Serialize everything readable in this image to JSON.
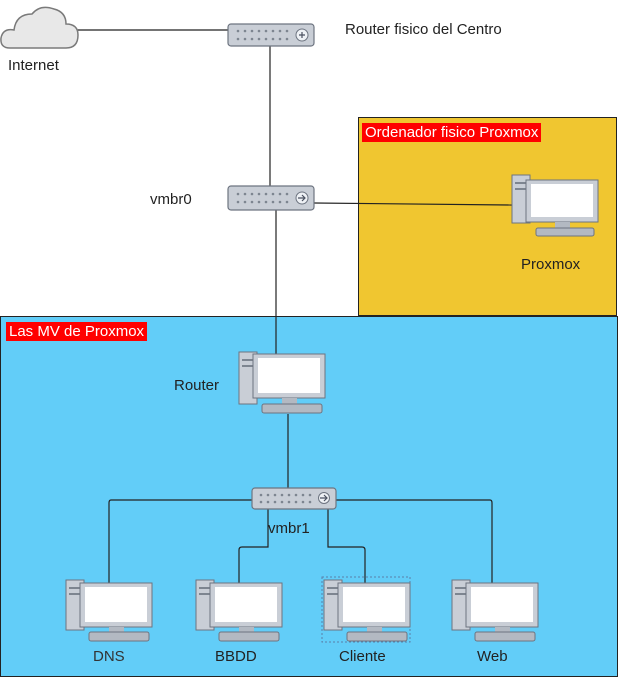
{
  "labels": {
    "internet": "Internet",
    "router_fisico": "Router fisico del Centro",
    "vmbr0": "vmbr0",
    "proxmox": "Proxmox",
    "router": "Router",
    "vmbr1": "vmbr1",
    "dns": "DNS",
    "bbdd": "BBDD",
    "cliente": "Cliente",
    "web": "Web"
  },
  "zones": {
    "ordenador_fisico": "Ordenador fisico Proxmox",
    "las_mv": "Las MV de Proxmox"
  },
  "colors": {
    "proxmox_zone": "#f0c630",
    "vm_zone": "#62cdf8",
    "zone_tag": "#ff0000",
    "link": "#222222",
    "device": "#c9ced6"
  },
  "icons": {
    "internet": "cloud-icon",
    "router_fisico": "switch-icon",
    "vmbr0": "switch-icon",
    "vmbr1": "switch-icon",
    "proxmox": "workstation-icon",
    "router": "workstation-icon",
    "dns": "workstation-icon",
    "bbdd": "workstation-icon",
    "cliente": "workstation-icon",
    "web": "workstation-icon"
  }
}
